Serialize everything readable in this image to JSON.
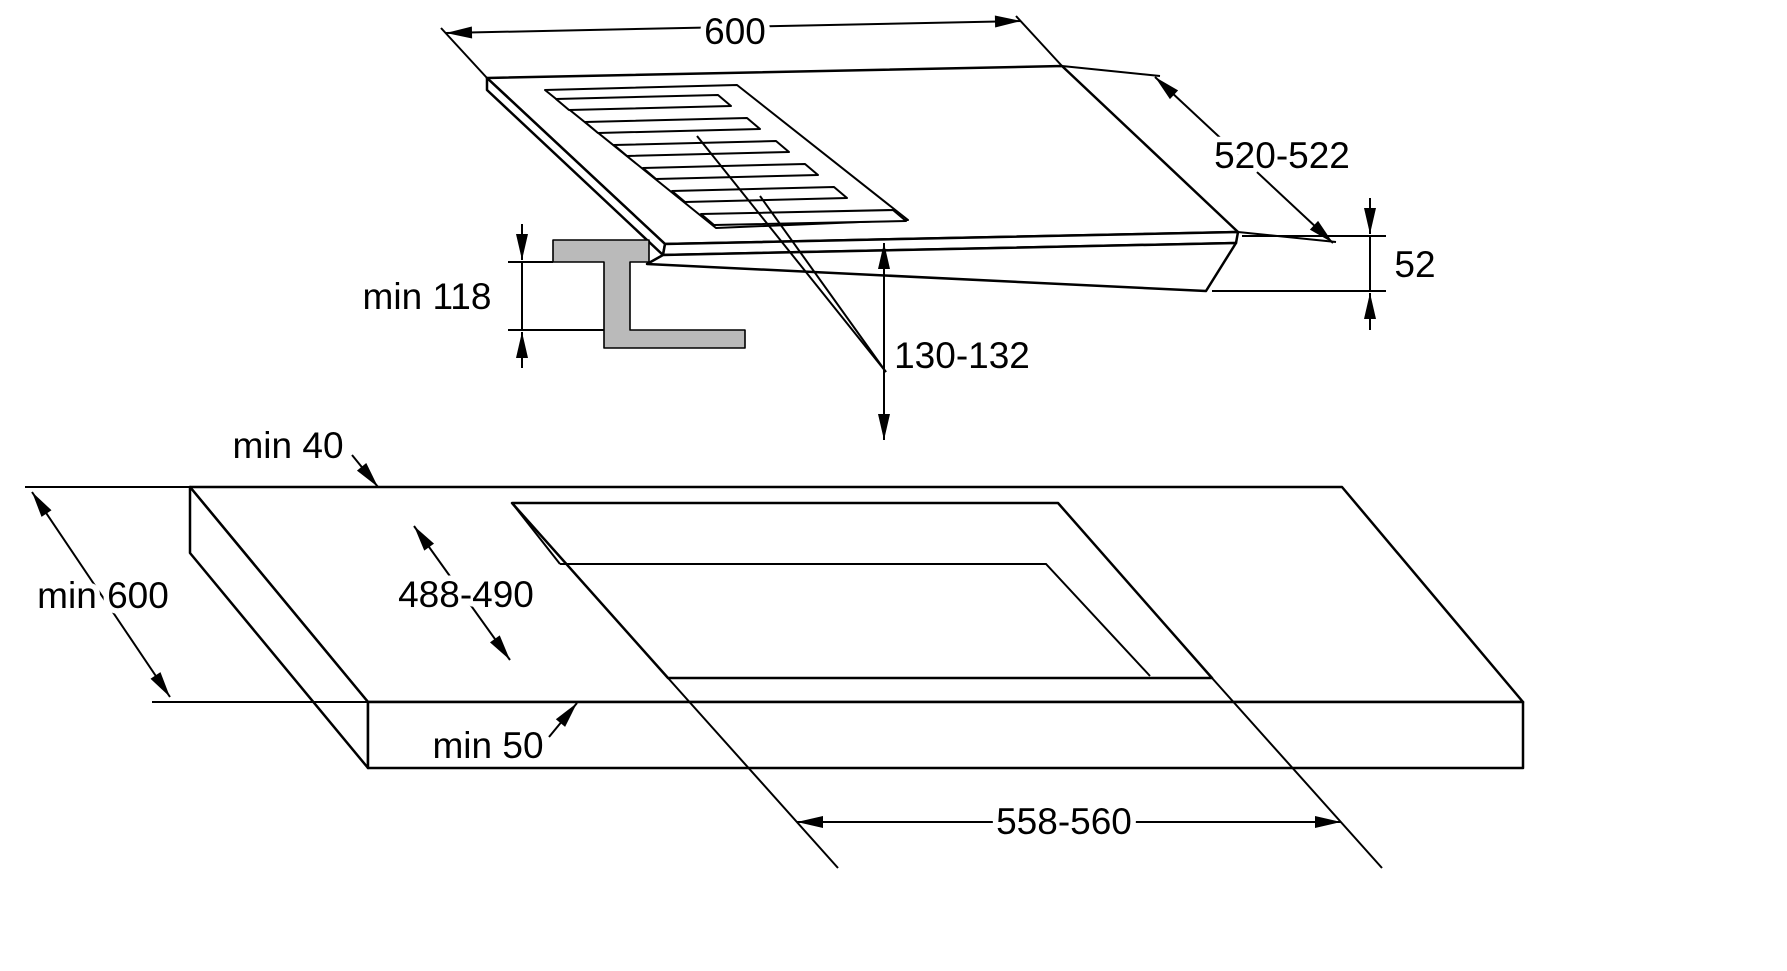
{
  "colors": {
    "line": "#000000",
    "bracket_fill": "#bababa",
    "background": "#ffffff"
  },
  "hob_view": {
    "width_label": "600",
    "depth_label": "520-522",
    "height_label": "52",
    "clearance_label": "min 118",
    "offset_label": "130-132"
  },
  "worktop_view": {
    "rear_gap_label": "min 40",
    "depth_label": "min 600",
    "cutout_depth_label": "488-490",
    "front_gap_label": "min 50",
    "cutout_width_label": "558-560"
  }
}
